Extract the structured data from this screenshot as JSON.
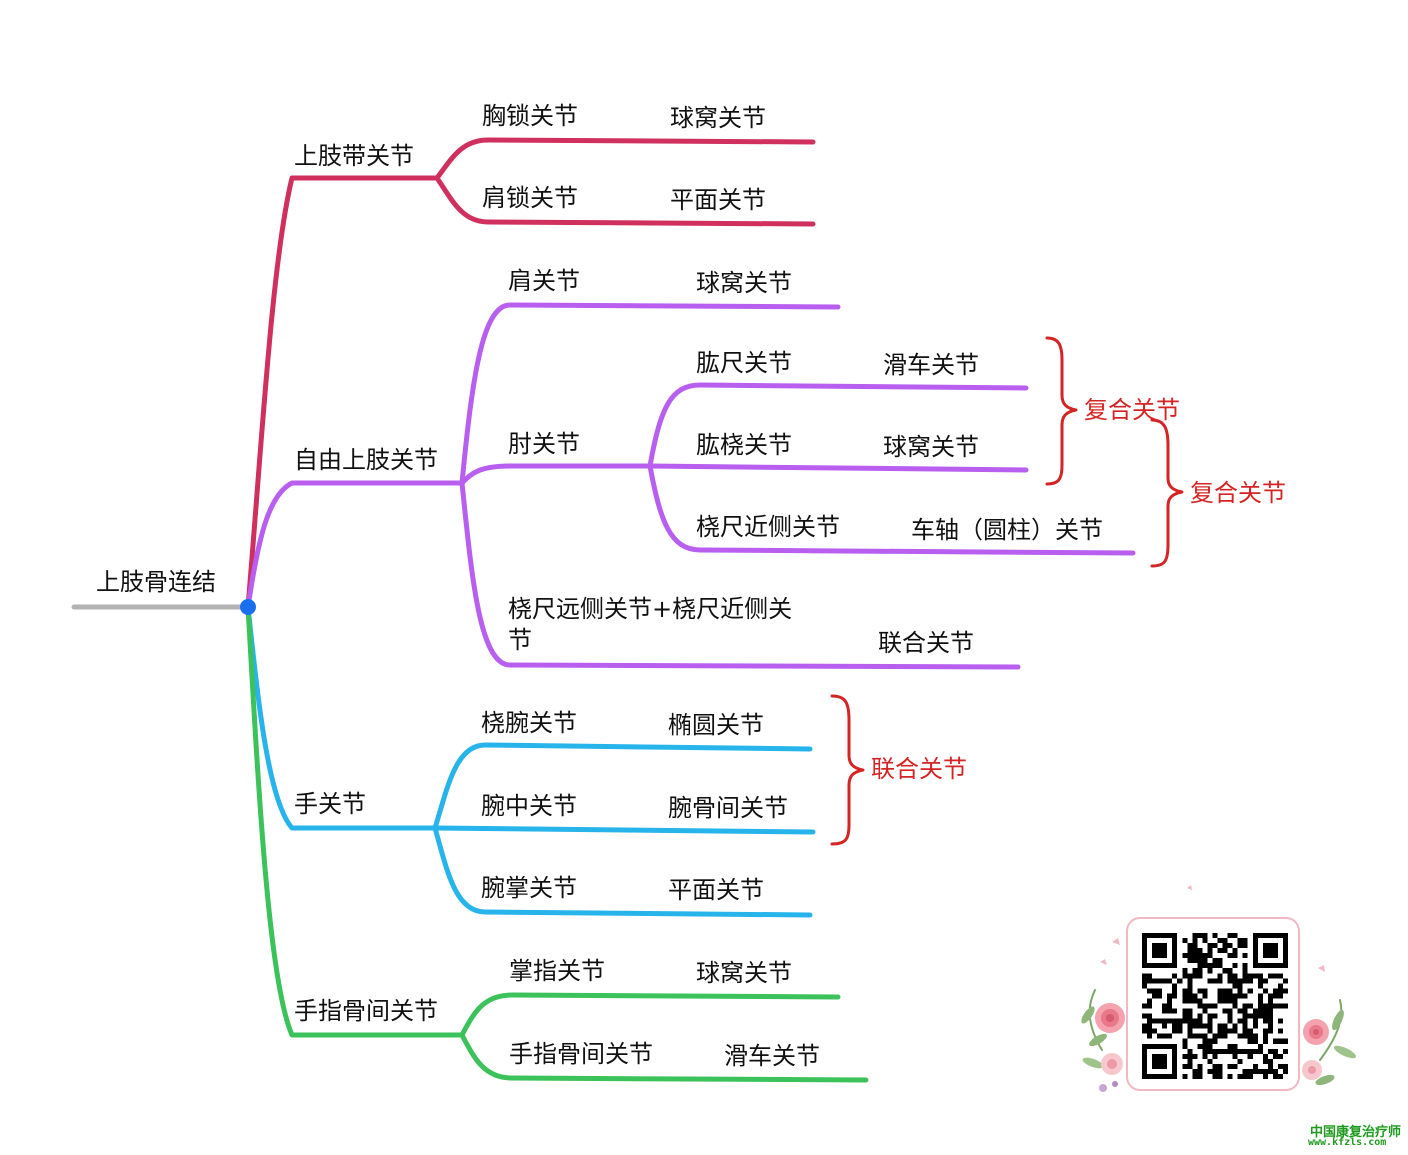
{
  "colors": {
    "gray": "#b3b3b3",
    "red": "#d0305e",
    "purple": "#b85ff0",
    "blue": "#27b4ea",
    "green": "#3cc25a",
    "note": "#d42424",
    "dot": "#1a6ff0",
    "site": "#1e9b1e"
  },
  "root": {
    "label": "上肢骨连结"
  },
  "branch1": {
    "label": "上肢带关节",
    "j1": {
      "label": "胸锁关节",
      "type": "球窝关节"
    },
    "j2": {
      "label": "肩锁关节",
      "type": "平面关节"
    }
  },
  "branch2": {
    "label": "自由上肢关节",
    "shoulder": {
      "label": "肩关节",
      "type": "球窝关节"
    },
    "elbow": {
      "label": "肘关节",
      "j1": {
        "label": "肱尺关节",
        "type": "滑车关节"
      },
      "j2": {
        "label": "肱桡关节",
        "type": "球窝关节"
      },
      "j3": {
        "label": "桡尺近侧关节",
        "type": "车轴（圆柱）关节"
      }
    },
    "radioulnar": {
      "label": "桡尺远侧关节+桡尺近侧关节",
      "type": "联合关节"
    },
    "note_inner": "复合关节",
    "note_outer": "复合关节"
  },
  "branch3": {
    "label": "手关节",
    "j1": {
      "label": "桡腕关节",
      "type": "椭圆关节"
    },
    "j2": {
      "label": "腕中关节",
      "type": "腕骨间关节"
    },
    "j3": {
      "label": "腕掌关节",
      "type": "平面关节"
    },
    "note": "联合关节"
  },
  "branch4": {
    "label": "手指骨间关节",
    "j1": {
      "label": "掌指关节",
      "type": "球窝关节"
    },
    "j2": {
      "label": "手指骨间关节",
      "type": "滑车关节"
    }
  },
  "watermark": {
    "site_name": "中国康复治疗师",
    "url": "www.kfzls.com"
  }
}
